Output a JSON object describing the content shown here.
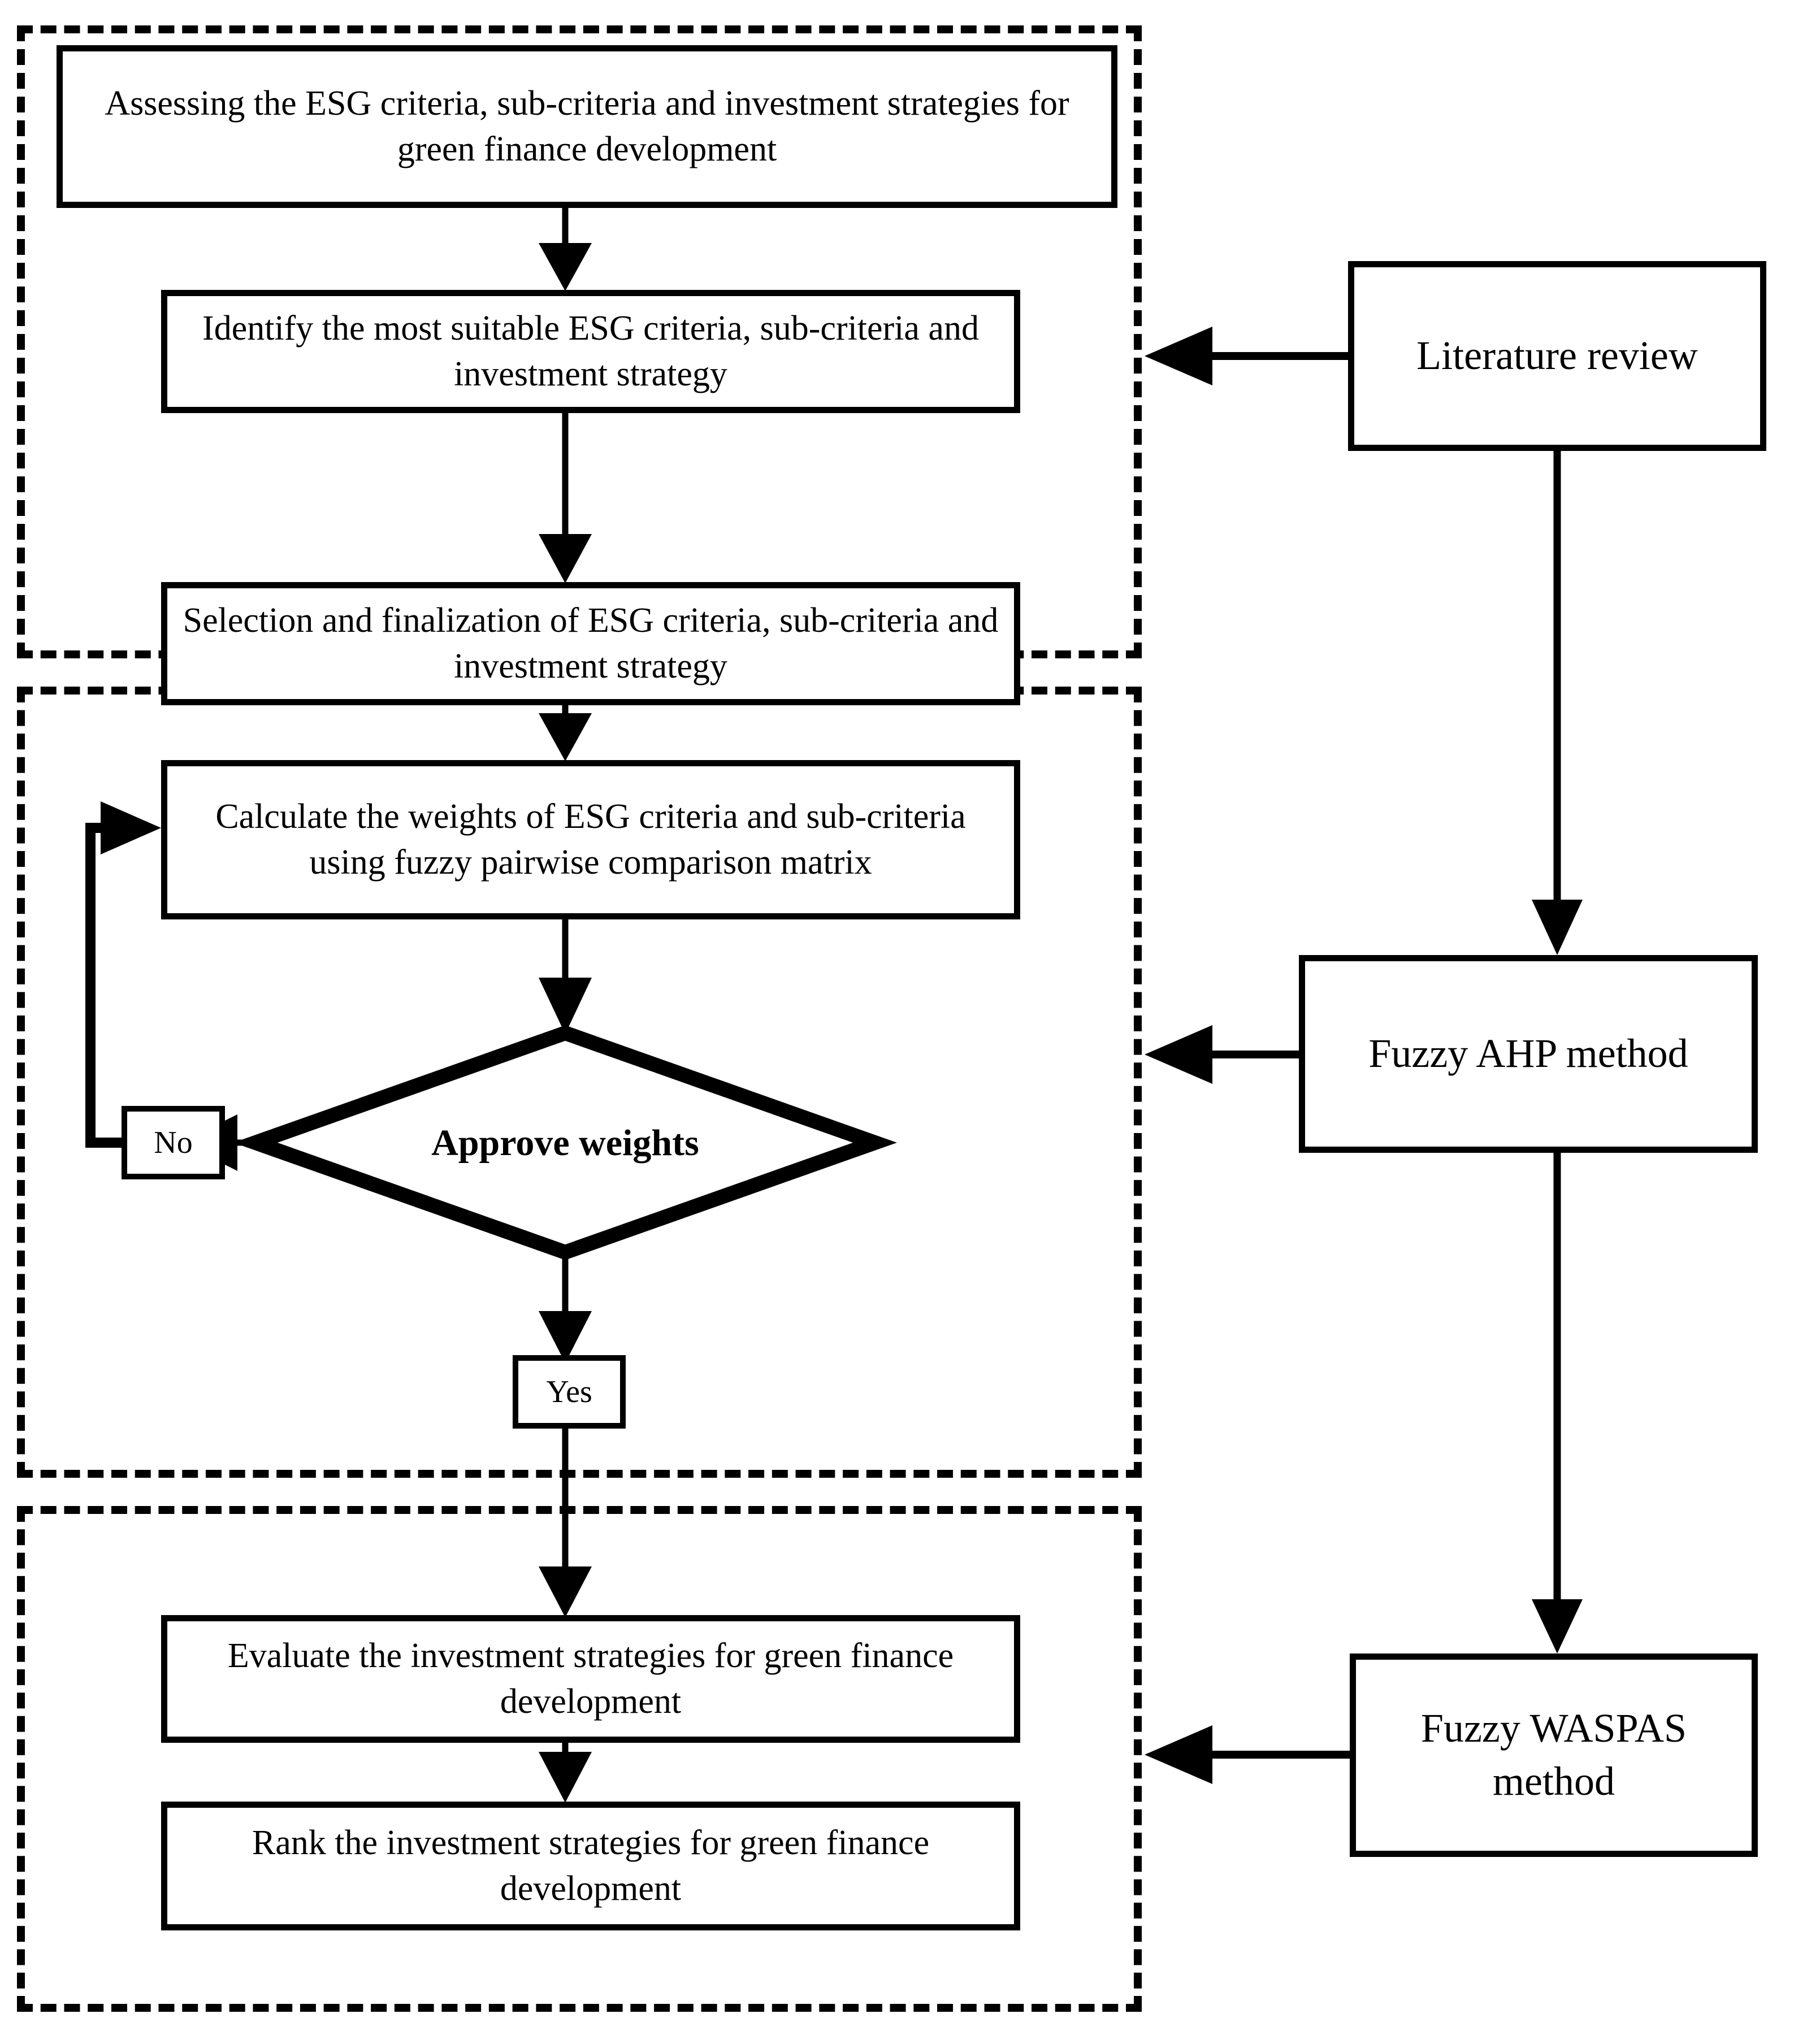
{
  "diagram": {
    "title": "Research methodology flowchart for ESG-based green finance investment strategy evaluation",
    "background_color": "#ffffff",
    "line_color": "#000000"
  },
  "phases": [
    {
      "id": "phase-1",
      "name": "criteria-identification-phase"
    },
    {
      "id": "phase-2",
      "name": "weighting-phase"
    },
    {
      "id": "phase-3",
      "name": "evaluation-ranking-phase"
    }
  ],
  "nodes": {
    "assess": {
      "label": "Assessing the ESG criteria, sub-criteria and investment strategies for green finance development",
      "shape": "process"
    },
    "identify": {
      "label": "Identify the most suitable ESG criteria, sub-criteria and investment strategy",
      "shape": "process"
    },
    "selection": {
      "label": "Selection and finalization of ESG criteria, sub-criteria and investment strategy",
      "shape": "process"
    },
    "calculate": {
      "label": "Calculate the weights of ESG criteria and sub-criteria using fuzzy pairwise comparison matrix",
      "shape": "process"
    },
    "approve": {
      "label": "Approve weights",
      "shape": "decision"
    },
    "no_tag": {
      "label": "No",
      "shape": "tag"
    },
    "yes_tag": {
      "label": "Yes",
      "shape": "tag"
    },
    "evaluate": {
      "label": "Evaluate the investment strategies for green finance development",
      "shape": "process"
    },
    "rank": {
      "label": "Rank the investment strategies for green finance development",
      "shape": "process"
    },
    "literature": {
      "label": "Literature review",
      "shape": "process"
    },
    "fahp": {
      "label": "Fuzzy AHP method",
      "shape": "process"
    },
    "fwaspas": {
      "label": "Fuzzy WASPAS method",
      "shape": "process"
    }
  },
  "edges": [
    {
      "from": "assess",
      "to": "identify",
      "kind": "arrow-down"
    },
    {
      "from": "identify",
      "to": "selection",
      "kind": "arrow-down"
    },
    {
      "from": "selection",
      "to": "calculate",
      "kind": "arrow-down"
    },
    {
      "from": "calculate",
      "to": "approve",
      "kind": "arrow-down"
    },
    {
      "from": "approve",
      "to": "no_tag",
      "kind": "arrow-left",
      "label": "No"
    },
    {
      "from": "no_tag",
      "to": "calculate",
      "kind": "feedback-loop-left"
    },
    {
      "from": "approve",
      "to": "yes_tag",
      "kind": "arrow-down",
      "label": "Yes"
    },
    {
      "from": "yes_tag",
      "to": "evaluate",
      "kind": "arrow-down"
    },
    {
      "from": "evaluate",
      "to": "rank",
      "kind": "arrow-down"
    },
    {
      "from": "literature",
      "to": "phase-1",
      "kind": "arrow-left"
    },
    {
      "from": "literature",
      "to": "fahp",
      "kind": "arrow-down"
    },
    {
      "from": "fahp",
      "to": "phase-2",
      "kind": "arrow-left"
    },
    {
      "from": "fahp",
      "to": "fwaspas",
      "kind": "arrow-down"
    },
    {
      "from": "fwaspas",
      "to": "phase-3",
      "kind": "arrow-left"
    }
  ]
}
